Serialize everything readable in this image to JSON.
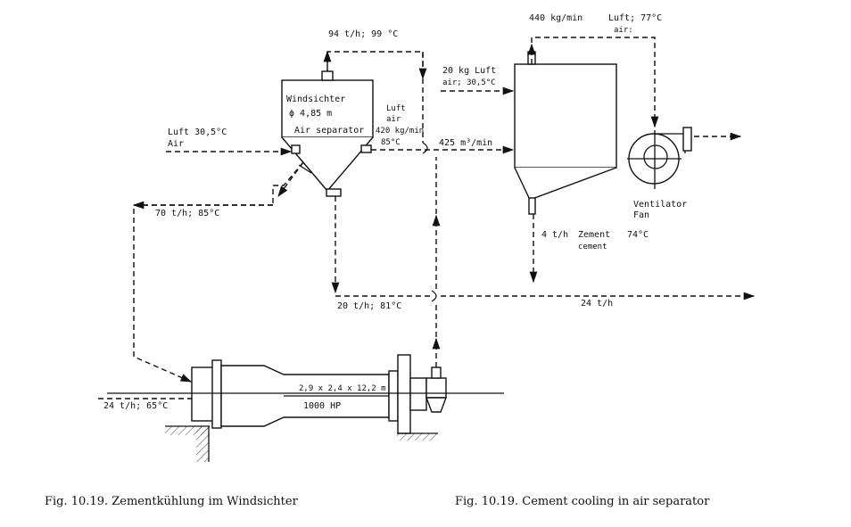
{
  "separator": {
    "name_de": "Windsichter",
    "diameter": "ϕ 4,85 m",
    "name_en": "Air separator"
  },
  "labels": {
    "top_flow": "94 t/h; 99 °C",
    "luft_in_de": "Luft 30,5°C",
    "luft_in_en": "Air",
    "luft_mid_de": "Luft",
    "luft_mid_en": "air",
    "luft_mid_rate": "420 kg/min",
    "luft_mid_temp": "85°C",
    "pipe_flow": "425 m³/min",
    "recirc": "70 t/h; 85°C",
    "bottom_flow": "20 t/h; 81°C",
    "product": "24 t/h",
    "mill_feed": "24 t/h; 65°C",
    "cooler_air_de": "20 kg Luft",
    "cooler_air_en": "air; 30,5°C",
    "fan_air_rate": "440 kg/min",
    "fan_air_de": "Luft; 77°C",
    "fan_air_en": "air:",
    "cement_rate": "4 t/h",
    "cement_de": "Zement",
    "cement_temp": "74°C",
    "cement_en": "cement",
    "fan_de": "Ventilator",
    "fan_en": "Fan"
  },
  "mill": {
    "dimensions": "2,9 x 2,4 x 12,2 m",
    "power": "1000 HP"
  },
  "captions": {
    "left": "Fig. 10.19.   Zementkühlung im Windsichter",
    "right": "Fig. 10.19.   Cement cooling in air separator"
  }
}
